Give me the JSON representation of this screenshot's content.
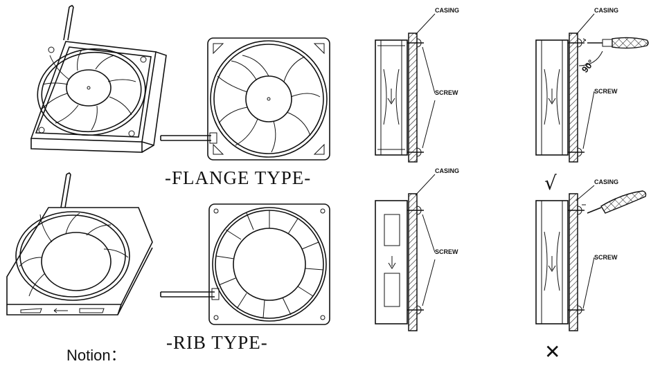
{
  "labels": {
    "flange_type": "-FLANGE TYPE-",
    "rib_type": "-RIB TYPE-",
    "notion": "Notion：",
    "casing": "CASING",
    "screw": "SCREW",
    "angle": "90°",
    "correct_mark": "√",
    "wrong_mark": "✕"
  }
}
